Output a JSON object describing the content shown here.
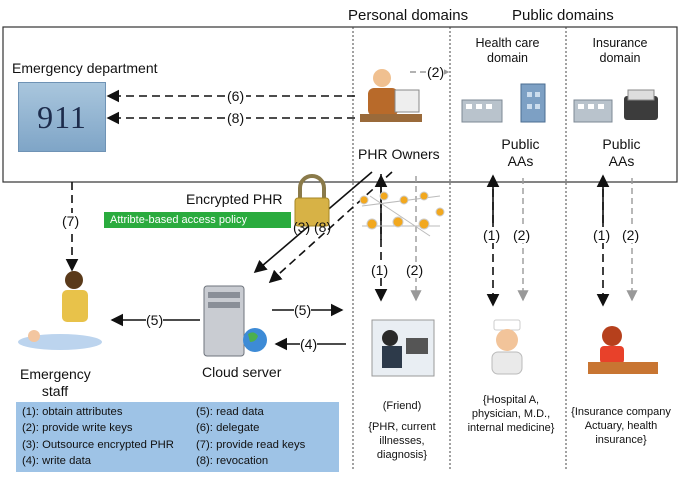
{
  "headers": {
    "personal": "Personal domains",
    "public": "Public domains",
    "health_care": "Health care domain",
    "insurance": "Insurance domain"
  },
  "emergency_department": "Emergency department",
  "badge_911": "911",
  "phr_owners": "PHR Owners",
  "public_aas_1": "Public AAs",
  "public_aas_2": "Public AAs",
  "encrypted_phr": "Encrypted PHR",
  "policy": "Attribte-based access policy",
  "arrows": {
    "a2": "(2)",
    "a6": "(6)",
    "a8": "(8)",
    "a7": "(7)",
    "a3_8": "(3) (8)",
    "a5_left": "(5)",
    "a5_right": "(5)",
    "a4": "(4)",
    "p1": "(1)",
    "p2": "(2)",
    "h1": "(1)",
    "h2": "(2)",
    "i1": "(1)",
    "i2": "(2)"
  },
  "emergency_staff": "Emergency staff",
  "cloud_server": "Cloud server",
  "friend": "(Friend)",
  "friend_desc": "{PHR, current illnesses, diagnosis}",
  "hospital_desc": "{Hospital A, physician, M.D., internal medicine}",
  "insurance_desc": "{Insurance company Actuary, health insurance}",
  "legend": {
    "items": [
      "(1): obtain attributes",
      "(2): provide write keys",
      "(3): Outsource encrypted PHR",
      "(4): write data",
      "(5): read data",
      "(6): delegate",
      "(7): provide read keys",
      "(8): revocation"
    ]
  },
  "colors": {
    "legend_bg": "#9ec3e6",
    "policy_bg": "#2aab3e",
    "dash_gray": "#888888"
  }
}
